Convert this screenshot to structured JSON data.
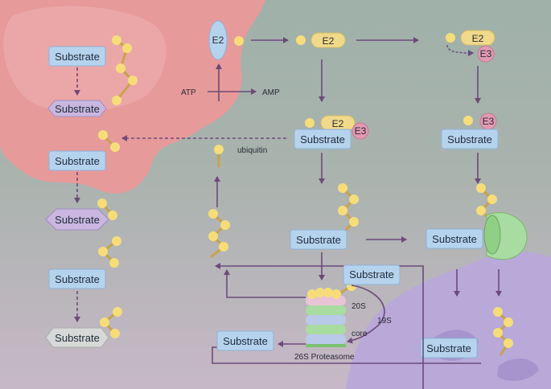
{
  "substrate_label": "Substrate",
  "e2_label": "E2",
  "e3_label": "E3",
  "atp_label": "ATP",
  "amp_label": "AMP",
  "ubiquitin_label": "ubiquitin",
  "proteasome": {
    "s20_label": "20S",
    "s19_label": "19S",
    "core_label": "core",
    "name_label": "26S Proteasome"
  },
  "colors": {
    "cell_red": "#e79a9a",
    "cell_purple": "#b8a9d9",
    "substrate_box": "#b6d3ee",
    "ubiquitin": "#f6dd7a",
    "e2": "#f0d98a",
    "e3": "#e29ab3",
    "arrow": "#6c4a7a",
    "proteasome_green": "#a9dca0"
  }
}
